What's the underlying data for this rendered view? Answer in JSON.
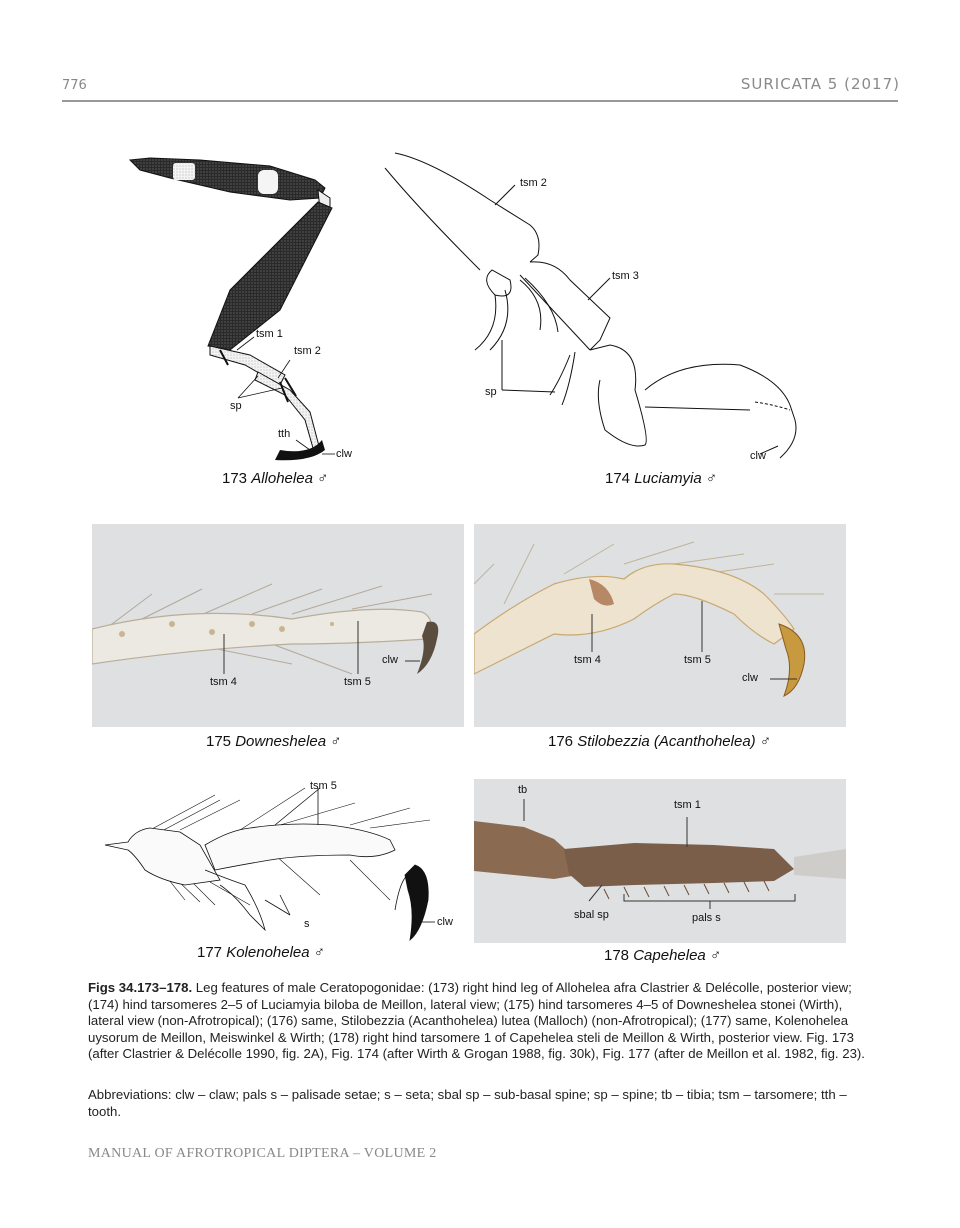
{
  "header": {
    "page_number": "776",
    "journal": "SURICATA 5 (2017)"
  },
  "figures": {
    "fig173": {
      "number": "173",
      "genus": "Allohelea",
      "sex_symbol": "♂",
      "labels": [
        "tsm 1",
        "tsm 2",
        "sp",
        "tth",
        "clw"
      ]
    },
    "fig174": {
      "number": "174",
      "genus": "Luciamyia",
      "sex_symbol": "♂",
      "labels": [
        "tsm 2",
        "tsm 3",
        "sp",
        "clw"
      ]
    },
    "fig175": {
      "number": "175",
      "genus": "Downeshelea",
      "sex_symbol": "♂",
      "labels": [
        "tsm 4",
        "tsm 5",
        "clw"
      ]
    },
    "fig176": {
      "number": "176",
      "genus": "Stilobezzia",
      "subgenus": "(Acanthohelea)",
      "sex_symbol": "♂",
      "labels": [
        "tsm 4",
        "tsm 5",
        "clw"
      ]
    },
    "fig177": {
      "number": "177",
      "genus": "Kolenohelea",
      "sex_symbol": "♂",
      "labels": [
        "tsm 5",
        "s",
        "clw"
      ]
    },
    "fig178": {
      "number": "178",
      "genus": "Capehelea",
      "sex_symbol": "♂",
      "labels": [
        "tb",
        "tsm 1",
        "sbal sp",
        "pals s"
      ]
    }
  },
  "caption": {
    "title": "Figs 34.173–178.",
    "text": " Leg features of male Ceratopogonidae: (173) right hind leg of Allohelea afra Clastrier & Delécolle, posterior view; (174) hind tarsomeres 2–5 of Luciamyia biloba de Meillon, lateral view; (175) hind tarsomeres 4–5 of Downeshelea stonei (Wirth), lateral view (non-Afrotropical); (176) same, Stilobezzia (Acanthohelea) lutea (Malloch) (non-Afrotropical); (177) same, Kolenohelea uysorum de Meillon, Meiswinkel & Wirth; (178) right hind tarsomere 1 of Capehelea steli de Meillon & Wirth, posterior view. Fig. 173 (after Clastrier & Delécolle 1990, fig. 2A), Fig. 174 (after Wirth & Grogan 1988, fig. 30k), Fig. 177 (after de Meillon et al. 1982, fig. 23)."
  },
  "abbreviations": "Abbreviations: clw – claw; pals s – palisade setae; s – seta; sbal sp – sub-basal spine; sp – spine; tb – tibia; tsm – tarsomere; tth – tooth.",
  "footer": "MANUAL OF AFROTROPICAL DIPTERA – VOLUME 2"
}
